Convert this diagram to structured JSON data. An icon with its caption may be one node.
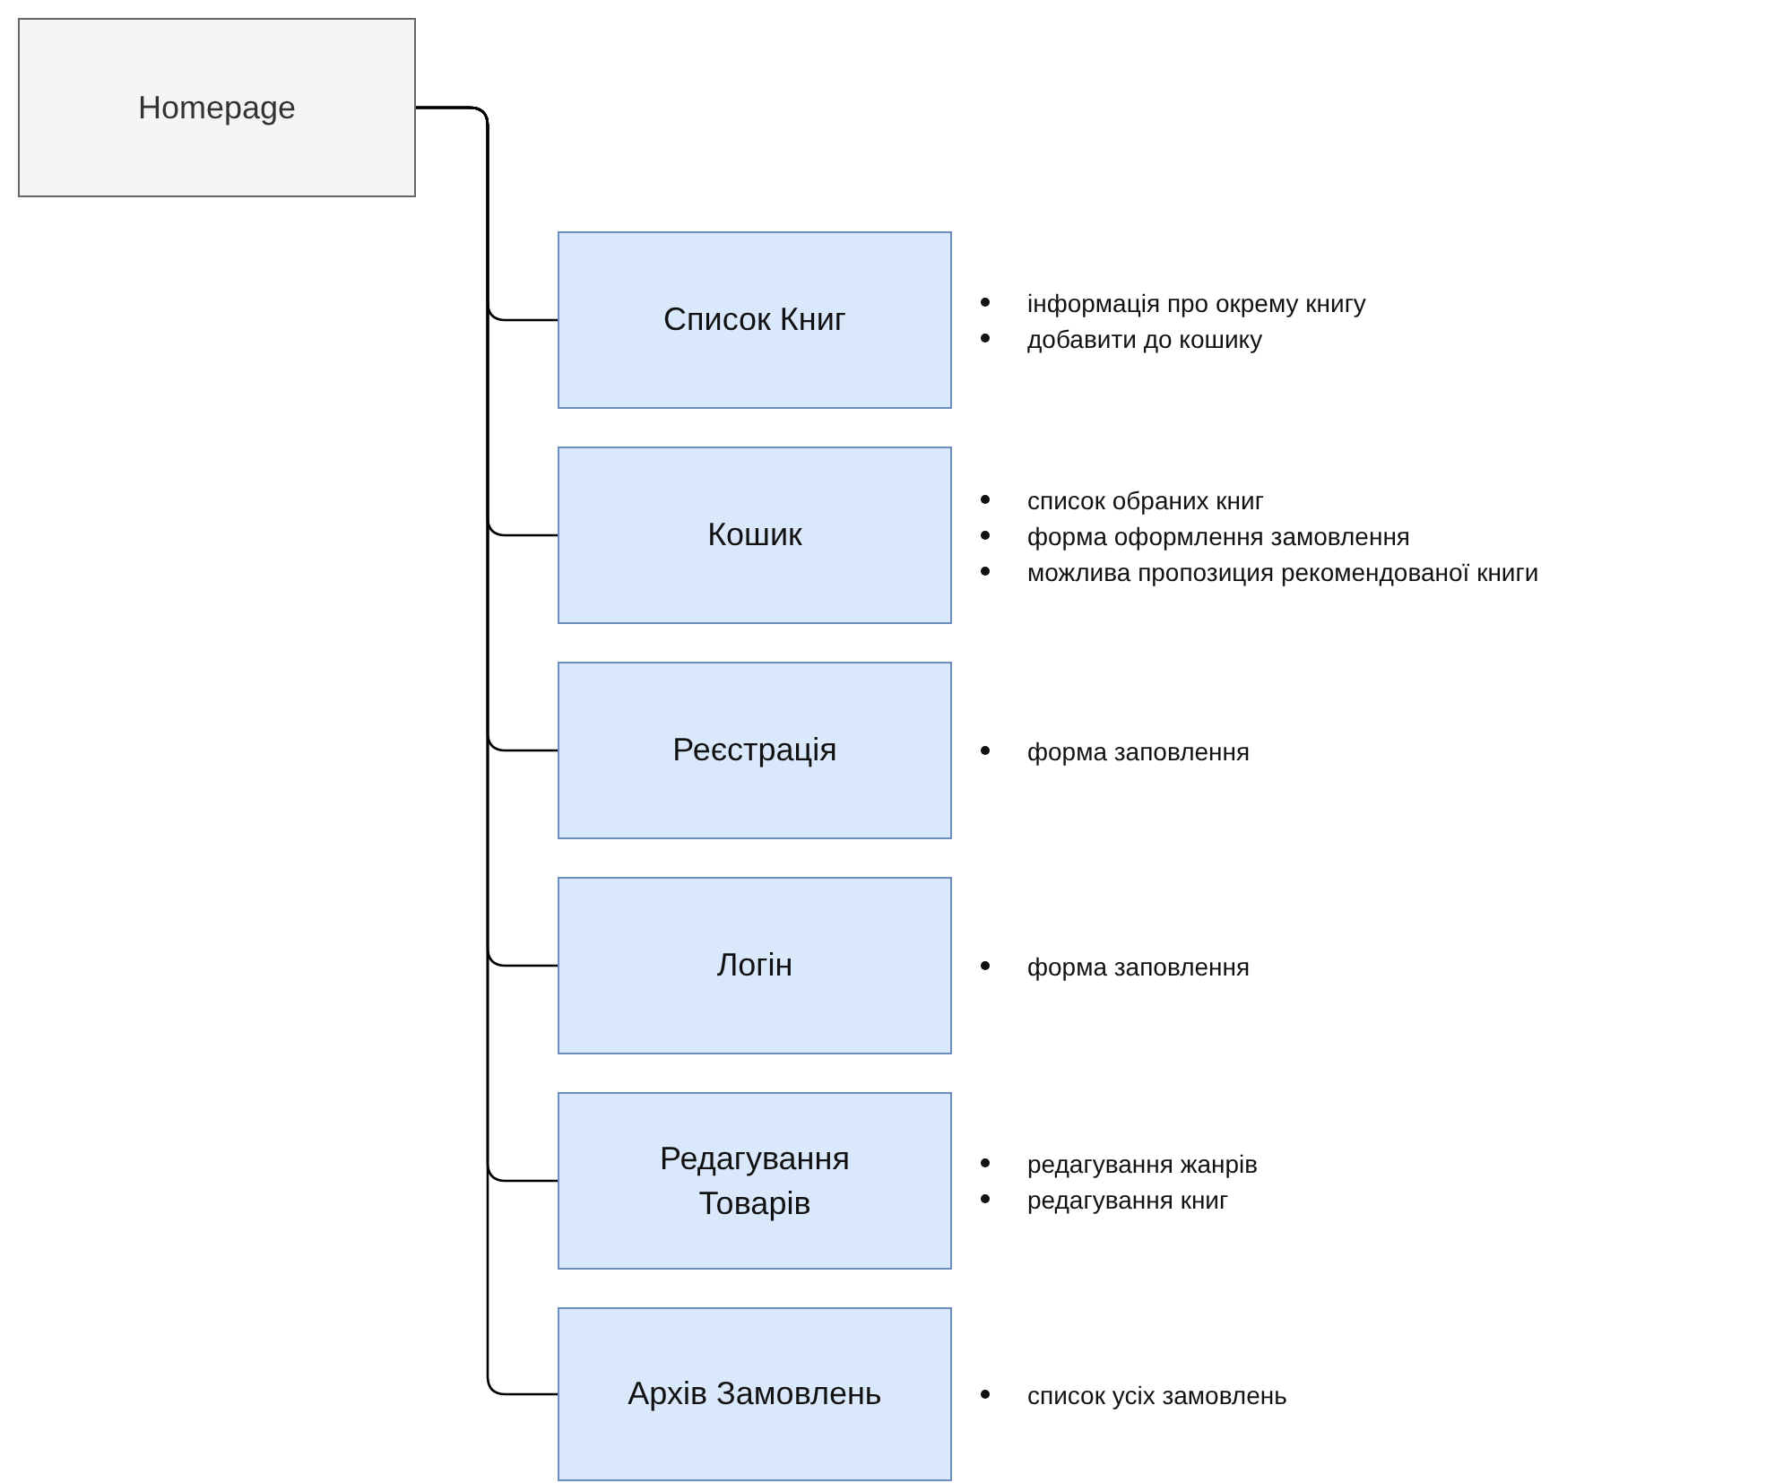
{
  "diagram": {
    "nodes": [
      {
        "text": [
          "Homepage"
        ]
      },
      {
        "text": [
          "Список Книг"
        ],
        "beside": [
          "інформація про окрему книгу",
          "добавити до кошику"
        ]
      },
      {
        "text": [
          "Кошик"
        ],
        "beside": [
          "список обраних книг",
          "форма оформлення замовлення",
          "можлива пропозиция рекомендованої книги"
        ]
      },
      {
        "text": [
          "Реєстрація"
        ],
        "beside": [
          "форма заповлення"
        ]
      },
      {
        "text": [
          "Логін"
        ],
        "beside": [
          "форма заповлення"
        ]
      },
      {
        "text": [
          "Редагування Товарів"
        ],
        "beside": [
          "редагування жанрів",
          "редагування книг"
        ]
      },
      {
        "text": [
          "Архів Замовлень"
        ],
        "beside": [
          "список усіх замовлень"
        ]
      }
    ],
    "edges": [
      {
        "from": 0,
        "to": 1,
        "arrow": "none"
      },
      {
        "from": 0,
        "to": 2,
        "arrow": "none"
      },
      {
        "from": 0,
        "to": 3,
        "arrow": "none"
      },
      {
        "from": 0,
        "to": 4,
        "arrow": "none"
      },
      {
        "from": 0,
        "to": 5,
        "arrow": "none"
      },
      {
        "from": 0,
        "to": 6,
        "arrow": "none"
      }
    ]
  }
}
